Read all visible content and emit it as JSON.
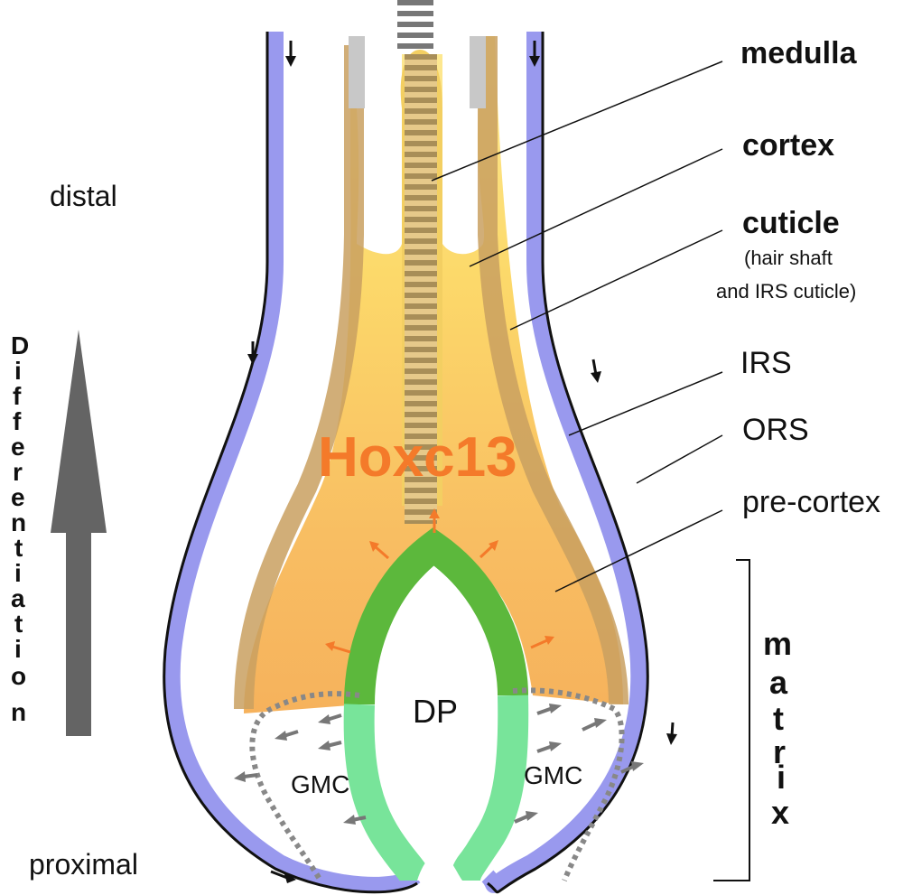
{
  "labels": {
    "medulla": "medulla",
    "cortex": "cortex",
    "cuticle": "cuticle",
    "cuticle_note_1": "(hair shaft",
    "cuticle_note_2": "and IRS cuticle)",
    "irs": "IRS",
    "ors": "ORS",
    "pre_cortex": "pre-cortex",
    "distal": "distal",
    "proximal": "proximal",
    "gene": "Hoxc13",
    "dp": "DP",
    "gmc_left": "GMC",
    "gmc_right": "GMC"
  },
  "differentiation": [
    "D",
    "i",
    "f",
    "f",
    "e",
    "r",
    "e",
    "n",
    "t",
    "i",
    "a",
    "t",
    "i",
    "o",
    "n"
  ],
  "matrix": [
    "m",
    "a",
    "t",
    "r",
    "i",
    "x"
  ],
  "colors": {
    "ors_layer": "#9999ee",
    "keratinizing": "#fcd96a",
    "precortex": "#f7b060",
    "irs_band": "#c9a060",
    "dp_border_upper": "#5cb83c",
    "dp_border_lower": "#78e49a",
    "gene_text": "#f47a2a",
    "arrow_orange": "#f47a2a",
    "arrow_gray": "#777777",
    "differentiation_arrow": "#646464"
  }
}
